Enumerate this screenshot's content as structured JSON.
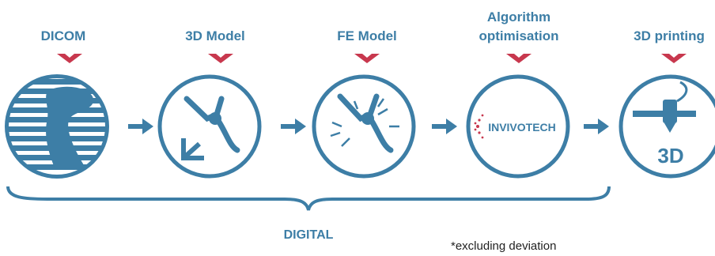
{
  "steps": [
    {
      "label": "DICOM",
      "icon": "dicom-slices-icon"
    },
    {
      "label": "3D Model",
      "icon": "3d-model-icon"
    },
    {
      "label": "FE Model",
      "icon": "fe-model-icon"
    },
    {
      "label_line1": "Algorithm",
      "label_line2": "optimisation",
      "icon": "invivotech-logo",
      "logo_text": "INVIVOTECH"
    },
    {
      "label": "3D printing",
      "icon": "3d-printer-icon",
      "badge": "3D"
    }
  ],
  "bracket_label": "DIGITAL",
  "footnote": "*excluding deviation",
  "colors": {
    "primary": "#3d7ea6",
    "marker": "#c8384e",
    "text": "#222222"
  }
}
